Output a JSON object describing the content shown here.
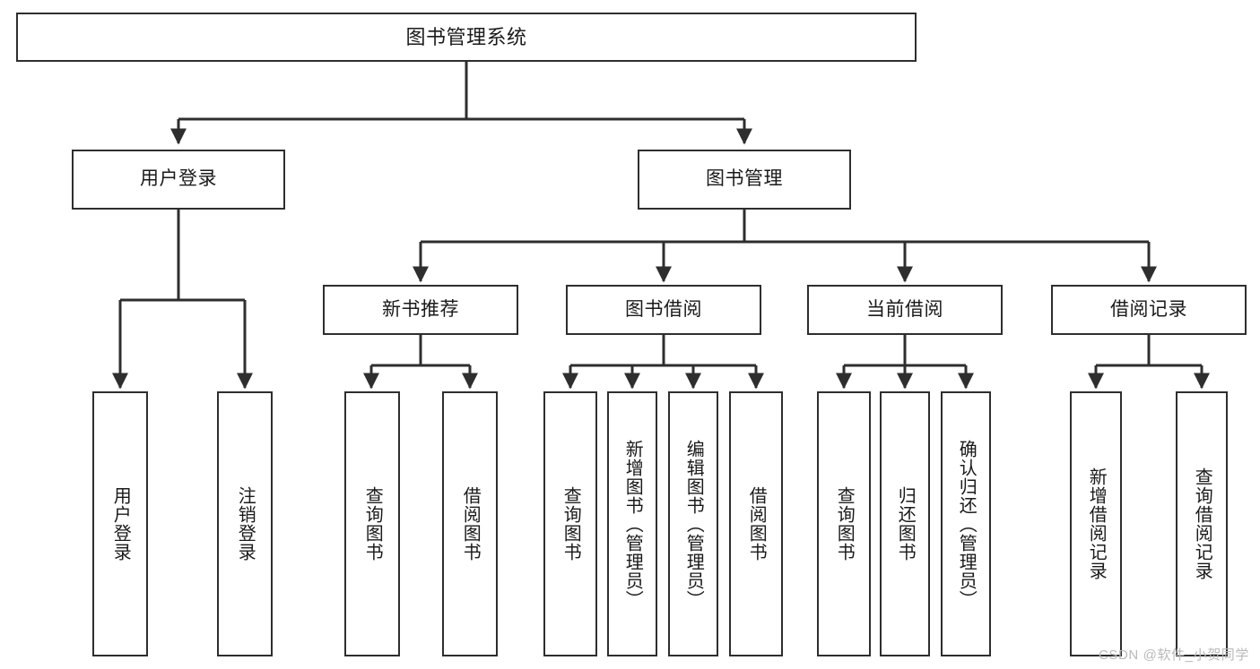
{
  "diagram": {
    "title": "图书管理系统",
    "type": "tree-hierarchy-chart",
    "orientation": "top-down",
    "watermark": "CSDN @软件_小贺同学",
    "colors": {
      "background": "#ffffff",
      "box_border": "#2e2e2e",
      "box_fill": "#ffffff",
      "text": "#1a1a1a",
      "connector": "#2e2e2e",
      "watermark": "#b9b9b9"
    },
    "root": {
      "id": "root",
      "label": "图书管理系统"
    },
    "level2": [
      {
        "id": "user-login",
        "label": "用户登录"
      },
      {
        "id": "book-manage",
        "label": "图书管理"
      }
    ],
    "level3": [
      {
        "id": "new-book-recommend",
        "label": "新书推荐",
        "parent": "book-manage"
      },
      {
        "id": "book-borrow",
        "label": "图书借阅",
        "parent": "book-manage"
      },
      {
        "id": "current-borrow",
        "label": "当前借阅",
        "parent": "book-manage"
      },
      {
        "id": "borrow-record",
        "label": "借阅记录",
        "parent": "book-manage"
      }
    ],
    "leaves": [
      {
        "id": "leaf-user-login",
        "label": "用户登录",
        "parent": "user-login"
      },
      {
        "id": "leaf-logout-login",
        "label": "注销登录",
        "parent": "user-login"
      },
      {
        "id": "leaf-query-book-1",
        "label": "查询图书",
        "parent": "new-book-recommend"
      },
      {
        "id": "leaf-borrow-book-1",
        "label": "借阅图书",
        "parent": "new-book-recommend"
      },
      {
        "id": "leaf-query-book-2",
        "label": "查询图书",
        "parent": "book-borrow"
      },
      {
        "id": "leaf-add-book",
        "label": "新增图书（管理员）",
        "parent": "book-borrow"
      },
      {
        "id": "leaf-edit-book",
        "label": "编辑图书（管理员）",
        "parent": "book-borrow"
      },
      {
        "id": "leaf-borrow-book-2",
        "label": "借阅图书",
        "parent": "book-borrow"
      },
      {
        "id": "leaf-query-book-3",
        "label": "查询图书",
        "parent": "current-borrow"
      },
      {
        "id": "leaf-return-book",
        "label": "归还图书",
        "parent": "current-borrow"
      },
      {
        "id": "leaf-confirm-return",
        "label": "确认归还（管理员）",
        "parent": "current-borrow"
      },
      {
        "id": "leaf-add-record",
        "label": "新增借阅记录",
        "parent": "borrow-record"
      },
      {
        "id": "leaf-query-record",
        "label": "查询借阅记录",
        "parent": "borrow-record"
      }
    ]
  }
}
